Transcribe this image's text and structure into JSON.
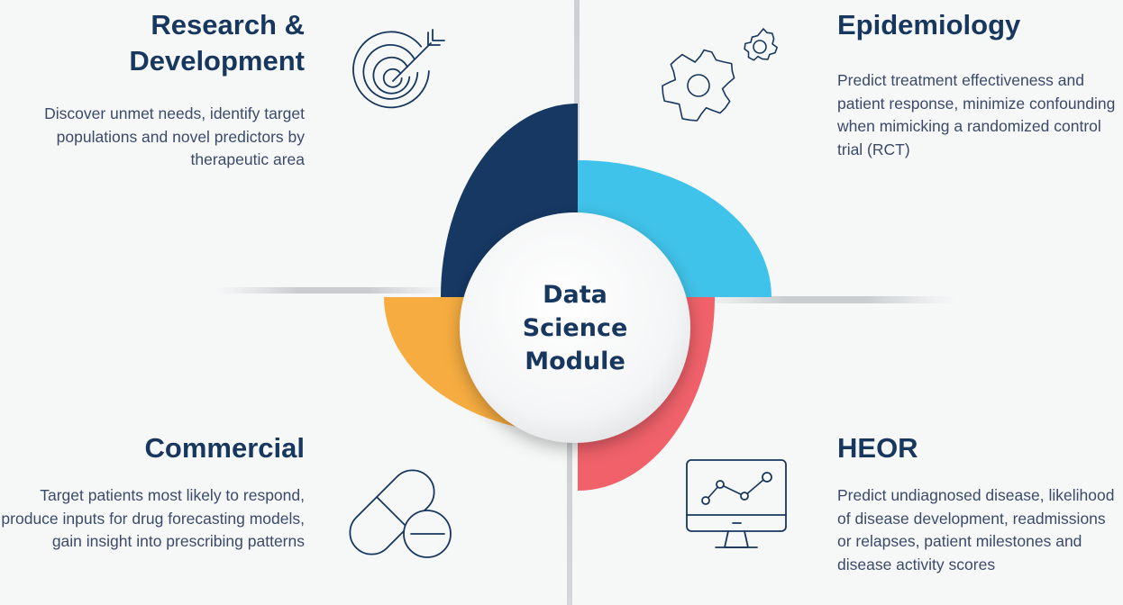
{
  "hub": {
    "label": "Data Science Module"
  },
  "quadrants": {
    "research": {
      "title": "Research & Development",
      "description": "Discover unmet needs, identify target populations and novel predictors by therapeutic area",
      "icon": "target-icon",
      "color": "#163863"
    },
    "epidemiology": {
      "title": "Epidemiology",
      "description": "Predict treatment effectiveness and patient response, minimize confounding when mimicking a randomized control trial (RCT)",
      "icon": "gears-icon",
      "color": "#40c3ea"
    },
    "commercial": {
      "title": "Commercial",
      "description": "Target patients most likely to respond, produce inputs for drug forecasting models, gain insight into prescribing patterns",
      "icon": "pill-icon",
      "color": "#f6ac40"
    },
    "heor": {
      "title": "HEOR",
      "description": "Predict undiagnosed disease, likelihood of disease development, readmissions or relapses, patient milestones and disease activity scores",
      "icon": "monitor-chart-icon",
      "color": "#f0616a"
    }
  }
}
